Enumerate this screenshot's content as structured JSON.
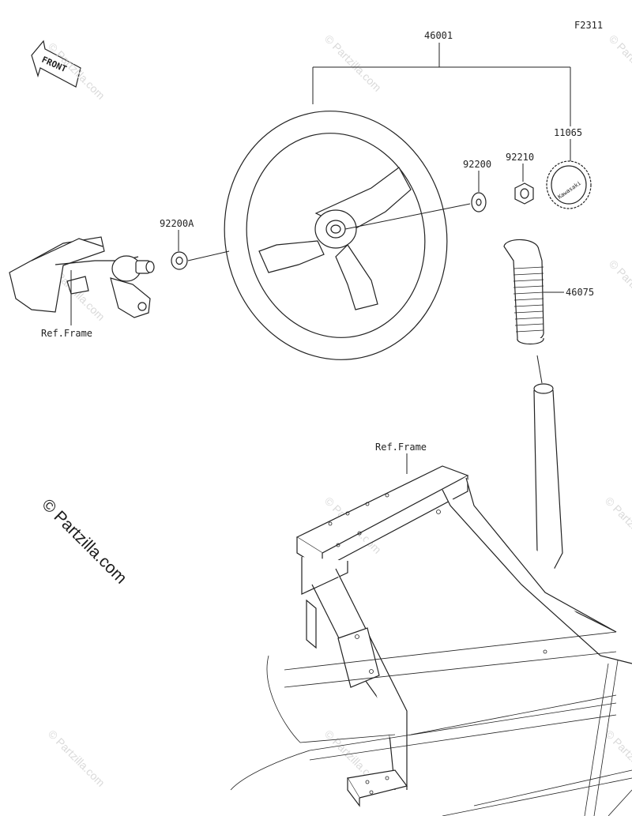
{
  "figure_code": "F2311",
  "front_label": "FRONT",
  "watermark": "© Partzilla.com",
  "parts": {
    "steering_wheel_assy": "46001",
    "emblem": "11065",
    "washer_hub": "92200",
    "nut": "92210",
    "washer_shaft": "92200A",
    "grip": "46075"
  },
  "refs": {
    "frame_left": "Ref.Frame",
    "frame_bottom": "Ref.Frame"
  }
}
